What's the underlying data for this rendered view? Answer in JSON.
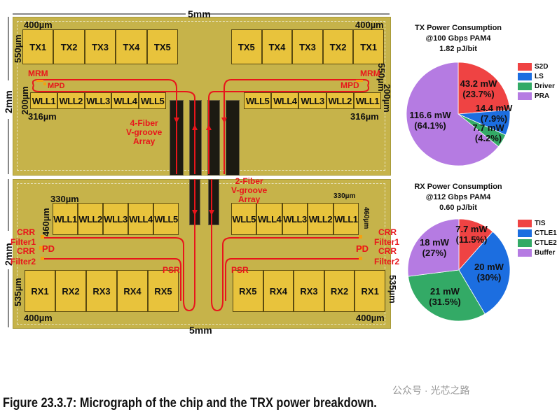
{
  "micrograph": {
    "width_label": "5mm",
    "height_label": "2mm",
    "top": {
      "tx_left": [
        "TX1",
        "TX2",
        "TX3",
        "TX4",
        "TX5"
      ],
      "tx_right": [
        "TX5",
        "TX4",
        "TX3",
        "TX2",
        "TX1"
      ],
      "wll_left": [
        "WLL1",
        "WLL2",
        "WLL3",
        "WLL4",
        "WLL5"
      ],
      "wll_right": [
        "WLL5",
        "WLL4",
        "WLL3",
        "WLL2",
        "WLL1"
      ],
      "tx_width": "400µm",
      "tx_height": "550µm",
      "wll_height": "200µm",
      "wll_width": "316µm",
      "mrm": "MRM",
      "mpd": "MPD",
      "fiber_label": [
        "4-Fiber",
        "V-groove",
        "Array"
      ]
    },
    "bottom": {
      "wll_left": [
        "WLL1",
        "WLL2",
        "WLL3",
        "WLL4",
        "WLL5"
      ],
      "wll_right": [
        "WLL5",
        "WLL4",
        "WLL3",
        "WLL2",
        "WLL1"
      ],
      "rx_left": [
        "RX1",
        "RX2",
        "RX3",
        "RX4",
        "RX5"
      ],
      "rx_right": [
        "RX5",
        "RX4",
        "RX3",
        "RX2",
        "RX1"
      ],
      "wll_width": "330µm",
      "wll_height": "460µm",
      "rx_height": "535µm",
      "rx_width": "400µm",
      "crr1": "CRR",
      "filter1": "Filter1",
      "crr2": "CRR",
      "filter2": "Filter2",
      "pd": "PD",
      "psr": "PSR",
      "fiber_label": [
        "2-Fiber",
        "V-groove",
        "Array"
      ]
    }
  },
  "chart_data": [
    {
      "type": "pie",
      "title": [
        "TX Power Consumption",
        "@100 Gbps PAM4",
        "1.82 pJ/bit"
      ],
      "slices": [
        {
          "name": "S2D",
          "value": 43.2,
          "label": "43.2 mW",
          "pct": "(23.7%)",
          "p": 23.7,
          "color": "#ef4343"
        },
        {
          "name": "LS",
          "value": 14.4,
          "label": "14.4 mW",
          "pct": "(7.9%)",
          "p": 7.9,
          "color": "#1c6ee0"
        },
        {
          "name": "Driver",
          "value": 7.7,
          "label": "7.7 mW",
          "pct": "(4.2%)",
          "p": 4.2,
          "color": "#33aa66"
        },
        {
          "name": "PRA",
          "value": 116.6,
          "label": "116.6 mW",
          "pct": "(64.1%)",
          "p": 64.1,
          "color": "#b57be2"
        }
      ],
      "legend": "right"
    },
    {
      "type": "pie",
      "title": [
        "RX Power Consumption",
        "@112 Gbps PAM4",
        "0.60 pJ/bit"
      ],
      "slices": [
        {
          "name": "TIS",
          "value": 7.7,
          "label": "7.7 mW",
          "pct": "(11.5%)",
          "p": 11.5,
          "color": "#ef4343"
        },
        {
          "name": "CTLE1",
          "value": 20,
          "label": "20 mW",
          "pct": "(30%)",
          "p": 30,
          "color": "#1c6ee0"
        },
        {
          "name": "CTLE2",
          "value": 21,
          "label": "21 mW",
          "pct": "(31.5%)",
          "p": 31.5,
          "color": "#33aa66"
        },
        {
          "name": "Buffer",
          "value": 18,
          "label": "18 mW",
          "pct": "(27%)",
          "p": 27,
          "color": "#b57be2"
        }
      ],
      "legend": "right"
    }
  ],
  "caption": "Figure 23.3.7: Micrograph of the chip and the TRX power breakdown.",
  "watermark": "公众号 · 光芯之路"
}
